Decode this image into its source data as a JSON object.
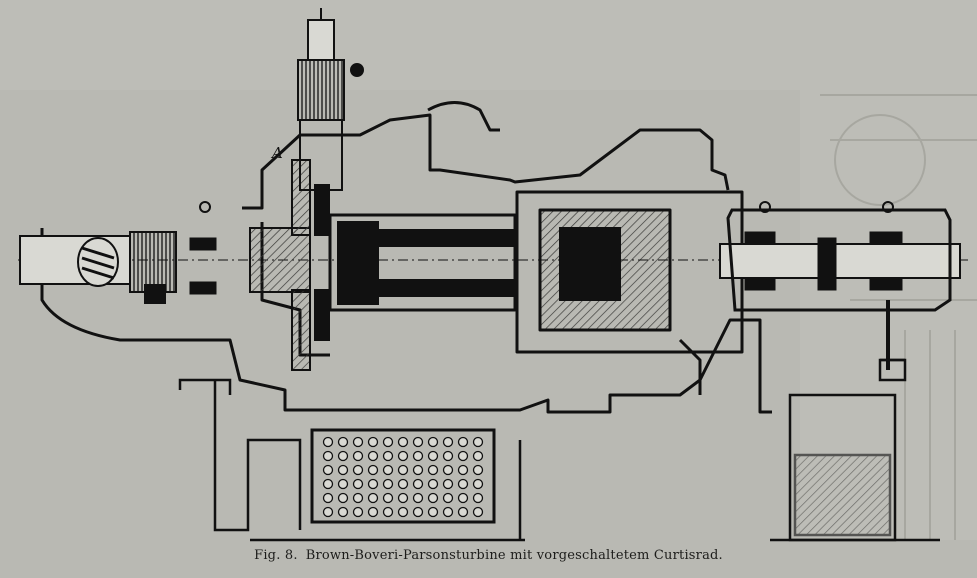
{
  "figure": {
    "number": "Fig. 8.",
    "caption": "Brown-Boveri-Parsonsturbine mit vorgeschaltetem Curtisrad.",
    "point_label": "A"
  },
  "colors": {
    "background": "#b9b9b3",
    "ink": "#111111",
    "hatch": "#3a3a38",
    "ghost": "#a7a7a0"
  }
}
